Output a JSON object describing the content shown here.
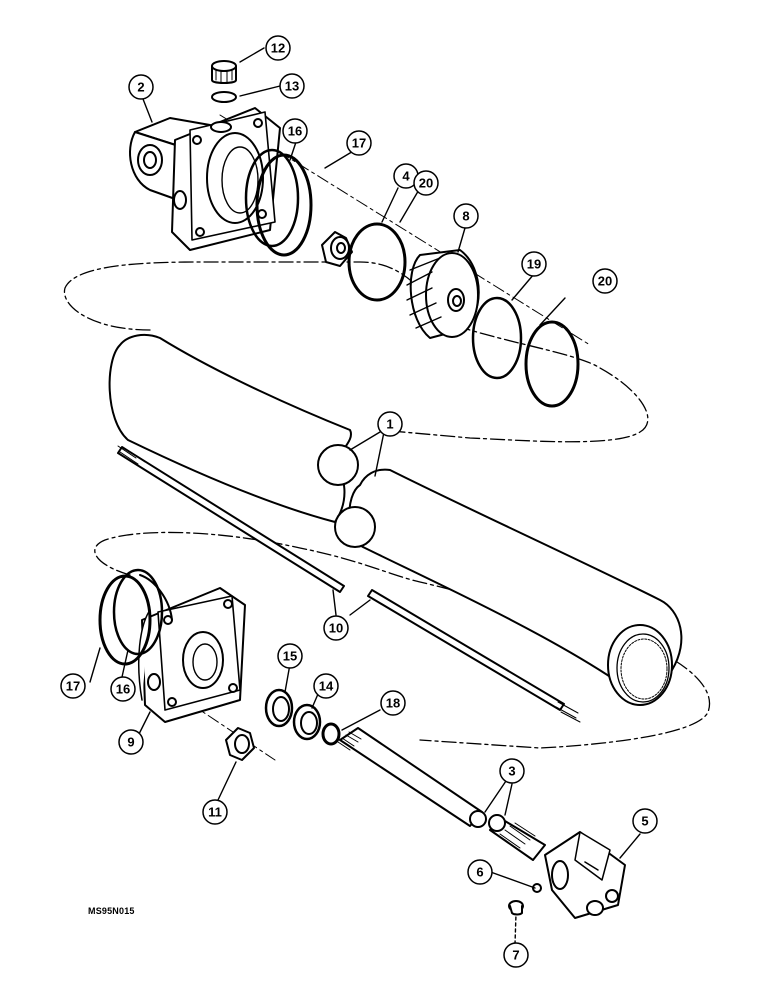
{
  "drawing_code": "MS95N015",
  "callouts": [
    {
      "label": "12"
    },
    {
      "label": "13"
    },
    {
      "label": "2"
    },
    {
      "label": "16"
    },
    {
      "label": "17"
    },
    {
      "label": "4"
    },
    {
      "label": "20"
    },
    {
      "label": "8"
    },
    {
      "label": "19"
    },
    {
      "label": "20"
    },
    {
      "label": "1"
    },
    {
      "label": "10"
    },
    {
      "label": "15"
    },
    {
      "label": "14"
    },
    {
      "label": "18"
    },
    {
      "label": "17"
    },
    {
      "label": "16"
    },
    {
      "label": "9"
    },
    {
      "label": "11"
    },
    {
      "label": "3"
    },
    {
      "label": "5"
    },
    {
      "label": "6"
    },
    {
      "label": "7"
    }
  ]
}
